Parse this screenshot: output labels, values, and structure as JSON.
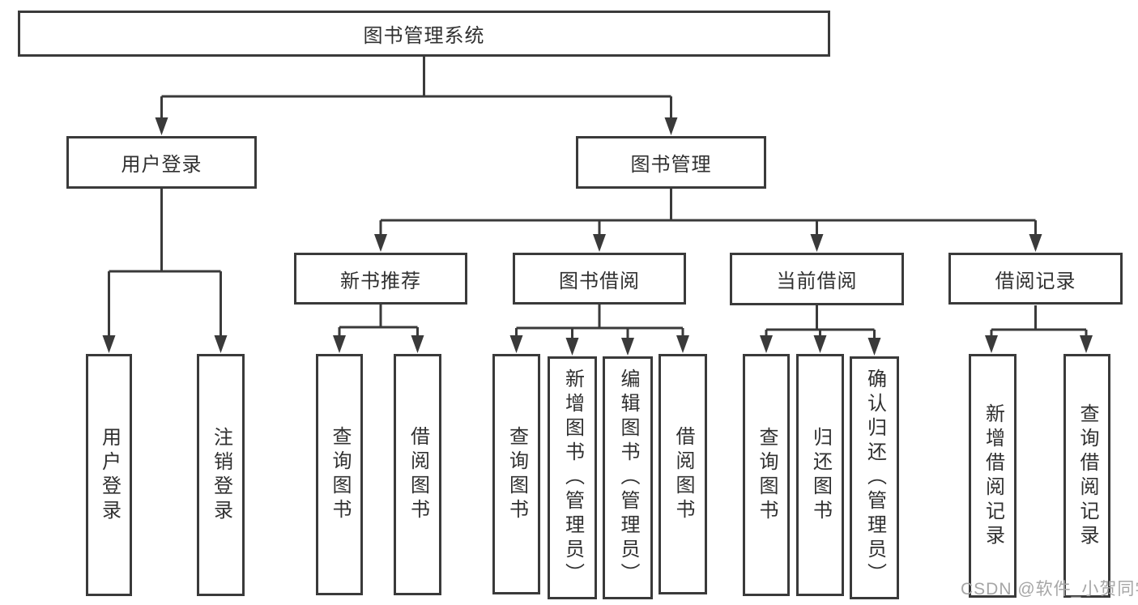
{
  "diagram": {
    "root": {
      "label": "图书管理系统"
    },
    "branches": [
      {
        "label": "用户登录"
      },
      {
        "label": "图书管理"
      }
    ],
    "modules": [
      {
        "label": "新书推荐"
      },
      {
        "label": "图书借阅"
      },
      {
        "label": "当前借阅"
      },
      {
        "label": "借阅记录"
      }
    ],
    "leaves": [
      {
        "label": "用户登录"
      },
      {
        "label": "注销登录"
      },
      {
        "label": "查询图书"
      },
      {
        "label": "借阅图书"
      },
      {
        "label": "查询图书"
      },
      {
        "label": "新增图书（管理员）"
      },
      {
        "label": "编辑图书（管理员）"
      },
      {
        "label": "借阅图书"
      },
      {
        "label": "查询图书"
      },
      {
        "label": "归还图书"
      },
      {
        "label": "确认归还（管理员）"
      },
      {
        "label": "新增借阅记录"
      },
      {
        "label": "查询借阅记录"
      }
    ]
  },
  "watermark": "CSDN @软件_小贺同学",
  "colors": {
    "line": "#3a3a3a",
    "text": "#303030",
    "watermark": "#a6a6a6",
    "background": "#ffffff"
  }
}
